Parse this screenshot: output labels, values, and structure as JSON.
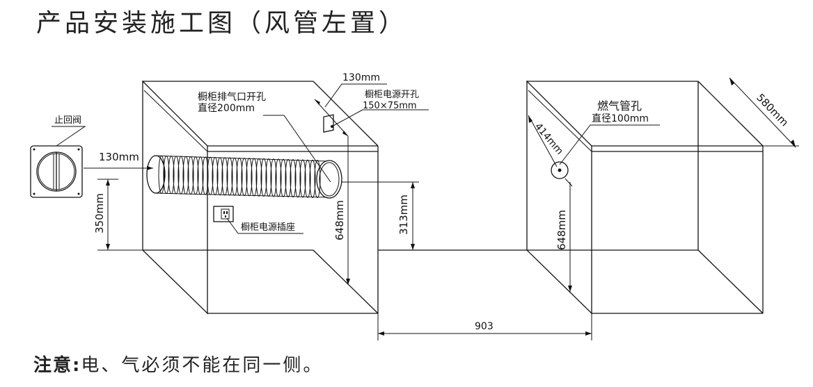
{
  "title": "产品安装施工图（风管左置）",
  "note": {
    "label": "注意:",
    "text": "电、气必须不能在同一侧。"
  },
  "labels": {
    "check_valve": "止回阀",
    "exhaust_hole_line1": "橱柜排气口开孔",
    "exhaust_hole_line2": "直径200mm",
    "power_hole_line1": "橱柜电源开孔",
    "power_hole_line2": "150×75mm",
    "power_socket": "橱柜电源插座",
    "gas_hole_line1": "燃气管孔",
    "gas_hole_line2": "直径100mm"
  },
  "dimensions": {
    "valve_offset": "130mm",
    "power_hole_offset": "130mm",
    "height_350": "350mm",
    "height_648_left": "648mm",
    "height_313": "313mm",
    "height_648_right": "648mm",
    "gap_903": "903",
    "depth_414": "414mm",
    "depth_580": "580mm"
  }
}
